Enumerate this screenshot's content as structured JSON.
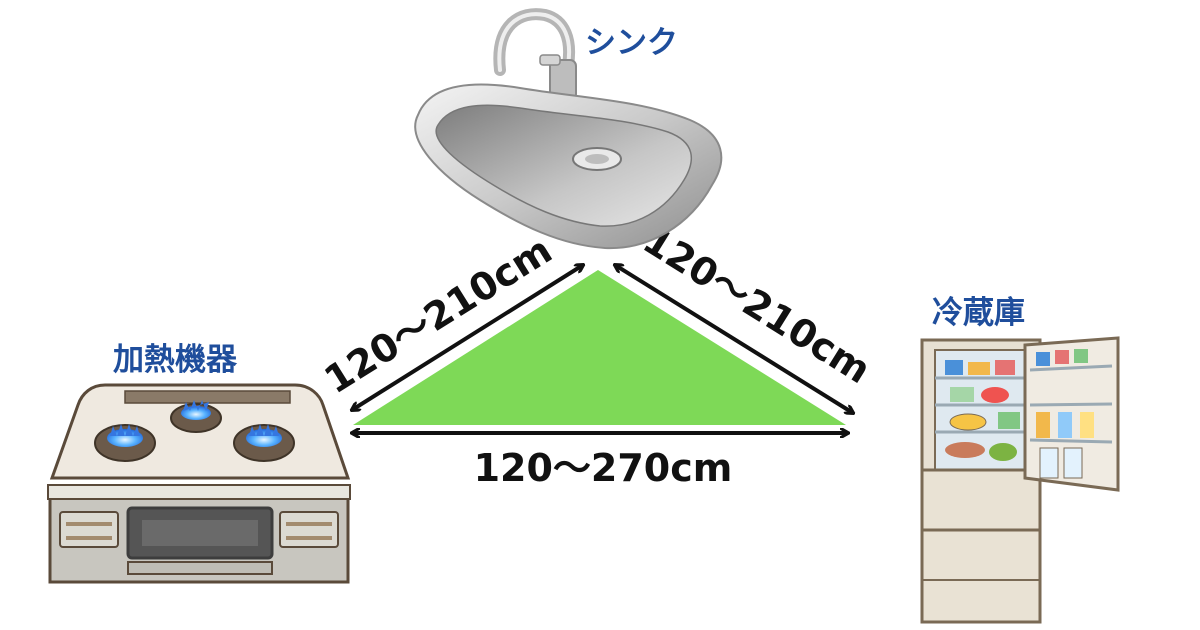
{
  "labels": {
    "sink": "シンク",
    "stove": "加熱機器",
    "fridge": "冷蔵庫",
    "dist_sink_stove": "120～210cm",
    "dist_sink_fridge": "120～210cm",
    "dist_stove_fridge": "120～270cm"
  },
  "colors": {
    "title_blue": "#1f4e9c",
    "triangle_green": "#7ed957",
    "arrow_black": "#111111"
  }
}
